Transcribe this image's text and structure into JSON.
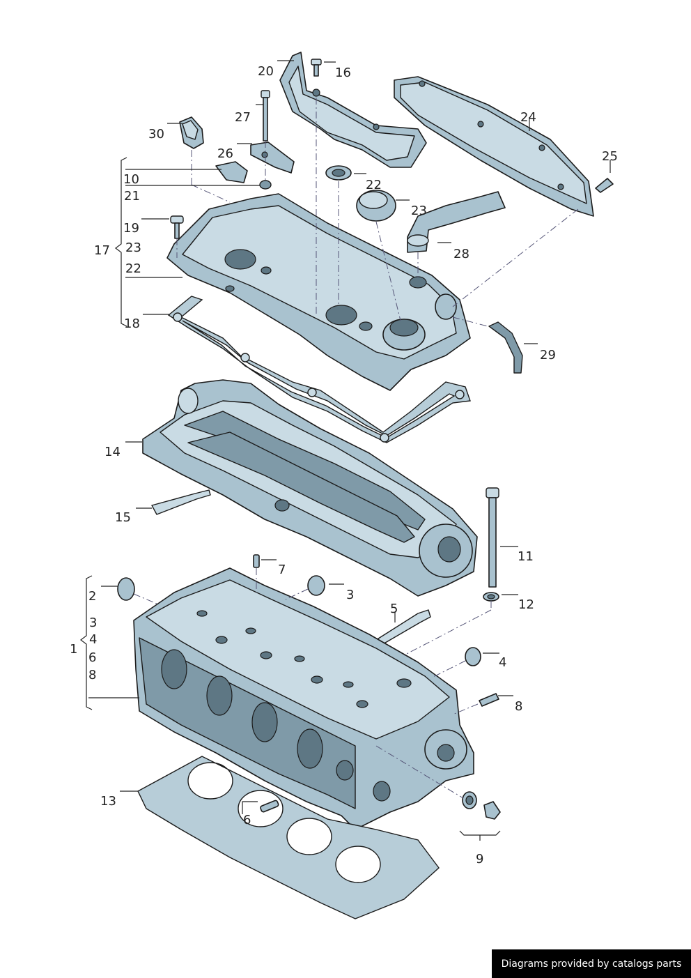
{
  "labels": {
    "l1": "1",
    "l2": "2",
    "l3a": "3",
    "l3b": "3",
    "l4a": "4",
    "l4b": "4",
    "l5": "5",
    "l6a": "6",
    "l6b": "6",
    "l7": "7",
    "l8a": "8",
    "l8b": "8",
    "l9": "9",
    "l10": "10",
    "l11": "11",
    "l12": "12",
    "l13": "13",
    "l14": "14",
    "l15": "15",
    "l16": "16",
    "l17": "17",
    "l18": "18",
    "l19": "19",
    "l20": "20",
    "l21": "21",
    "l22a": "22",
    "l22b": "22",
    "l23a": "23",
    "l23b": "23",
    "l24": "24",
    "l25": "25",
    "l26": "26",
    "l27": "27",
    "l28": "28",
    "l29": "29",
    "l30": "30"
  },
  "credit": "Diagrams provided by catalogs parts",
  "colors": {
    "part_fill": "#a9c2cf",
    "outline": "#1b1b1b",
    "credit_bg": "#000000"
  }
}
